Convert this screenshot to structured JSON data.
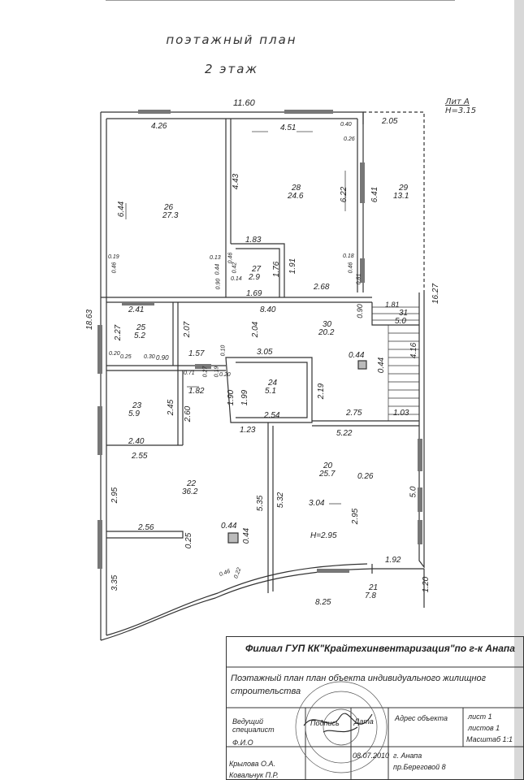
{
  "header": {
    "title_line1": "поэтажный  план",
    "title_line2": "2 этаж"
  },
  "litera": {
    "lit": "Лит А",
    "height": "Н=3.15"
  },
  "dims": {
    "d_11_60": "11.60",
    "d_4_26": "4.26",
    "d_4_51": "4.51",
    "d_2_05": "2.05",
    "d_0_40": "0.40",
    "d_0_26a": "0.26",
    "d_6_44": "6.44",
    "d_4_43": "4.43",
    "d_6_22": "6.22",
    "d_6_41": "6.41",
    "d_1_83": "1.83",
    "d_0_19": "0.19",
    "d_0_46a": "0.46",
    "d_0_13": "0.13",
    "d_0_46b": "0.46",
    "d_0_44a": "0.44",
    "d_0_42": "0.42",
    "d_0_90a": "0.90",
    "d_0_14": "0.14",
    "d_1_76": "1.76",
    "d_1_91": "1.91",
    "d_0_18": "0.18",
    "d_0_46c": "0.46",
    "d_0_81": "0.81",
    "d_1_69": "1.69",
    "d_2_68": "2.68",
    "d_18_63": "18.63",
    "d_2_41": "2.41",
    "d_8_40": "8.40",
    "d_0_90b": "0.90",
    "d_1_81": "1.81",
    "d_16_27": "16.27",
    "d_2_27": "2.27",
    "d_2_07": "2.07",
    "d_2_04": "2.04",
    "d_4_16": "4.16",
    "d_0_20a": "0.20",
    "d_0_25a": "0.25",
    "d_0_30": "0.30",
    "d_0_90c": "0.90",
    "d_1_57": "1.57",
    "d_0_10": "0.10",
    "d_3_05": "3.05",
    "d_0_44b": "0.44",
    "d_0_44c": "0.44",
    "d_0_71": "0.71",
    "d_0_27": "0.27",
    "d_0_19b": "0.19",
    "d_0_20b": "0.20",
    "d_1_82": "1.82",
    "d_1_90": "1.90",
    "d_1_99": "1.99",
    "d_2_19": "2.19",
    "d_2_45": "2.45",
    "d_2_60": "2.60",
    "d_2_54": "2.54",
    "d_2_75": "2.75",
    "d_1_03": "1.03",
    "d_2_40": "2.40",
    "d_1_23": "1.23",
    "d_5_22": "5.22",
    "d_2_55": "2.55",
    "d_0_26b": "0.26",
    "d_2_95a": "2.95",
    "d_5_35": "5.35",
    "d_5_32": "5.32",
    "d_3_04": "3.04",
    "d_5_0": "5.0",
    "d_2_56": "2.56",
    "d_0_25b": "0.25",
    "d_0_44d": "0.44",
    "d_0_44e": "0.44",
    "d_2_95b": "2.95",
    "d_h295": "Н=2.95",
    "d_1_92": "1.92",
    "d_3_35": "3.35",
    "d_0_46d": "0.46",
    "d_0_22": "0.22",
    "d_1_20": "1.20",
    "d_8_25": "8.25"
  },
  "rooms": [
    {
      "num": "26",
      "area": "27.3"
    },
    {
      "num": "28",
      "area": "24.6"
    },
    {
      "num": "29",
      "area": "13.1"
    },
    {
      "num": "27",
      "area": "2.9"
    },
    {
      "num": "25",
      "area": "5.2"
    },
    {
      "num": "30",
      "area": "20.2"
    },
    {
      "num": "31",
      "area": "5.0"
    },
    {
      "num": "24",
      "area": "5.1"
    },
    {
      "num": "23",
      "area": "5.9"
    },
    {
      "num": "22",
      "area": "36.2"
    },
    {
      "num": "20",
      "area": "25.7"
    },
    {
      "num": "21",
      "area": "7.8"
    }
  ],
  "stamp": {
    "org": "Филиал ГУП КК\"Крайтехинвентаризация\"по г-к Анапа",
    "doc_line1": "Поэтажный план план объекта индивидуального жилищног",
    "doc_line2": "строительства",
    "col_lead": "Ведущий специалист",
    "col_fio": "Ф.И.О",
    "col_sign": "Подпись",
    "col_date": "Дата",
    "col_addr": "Адрес объекта",
    "sheet": "лист 1",
    "sheets": "листов 1",
    "scale": "Масштаб 1:1",
    "name1": "Крылова О.А.",
    "name2": "Ковальчук П.Р.",
    "date": "08.07.2010",
    "addr1": "г. Анапа",
    "addr2": "пр.Береговой 8"
  }
}
